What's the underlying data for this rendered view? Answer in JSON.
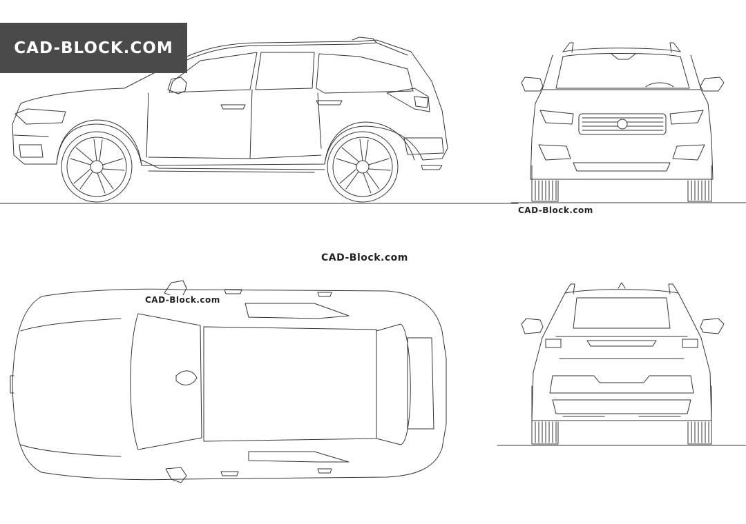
{
  "brand_banner": {
    "text": "CAD-BLOCK.COM",
    "background": "#4a4a4a",
    "text_color": "#ffffff"
  },
  "watermarks": {
    "front": "CAD-Block.com",
    "center": "CAD-Block.com",
    "top": "CAD-Block.com"
  },
  "line_color": "#333333",
  "views": [
    "side",
    "front",
    "top",
    "rear"
  ]
}
